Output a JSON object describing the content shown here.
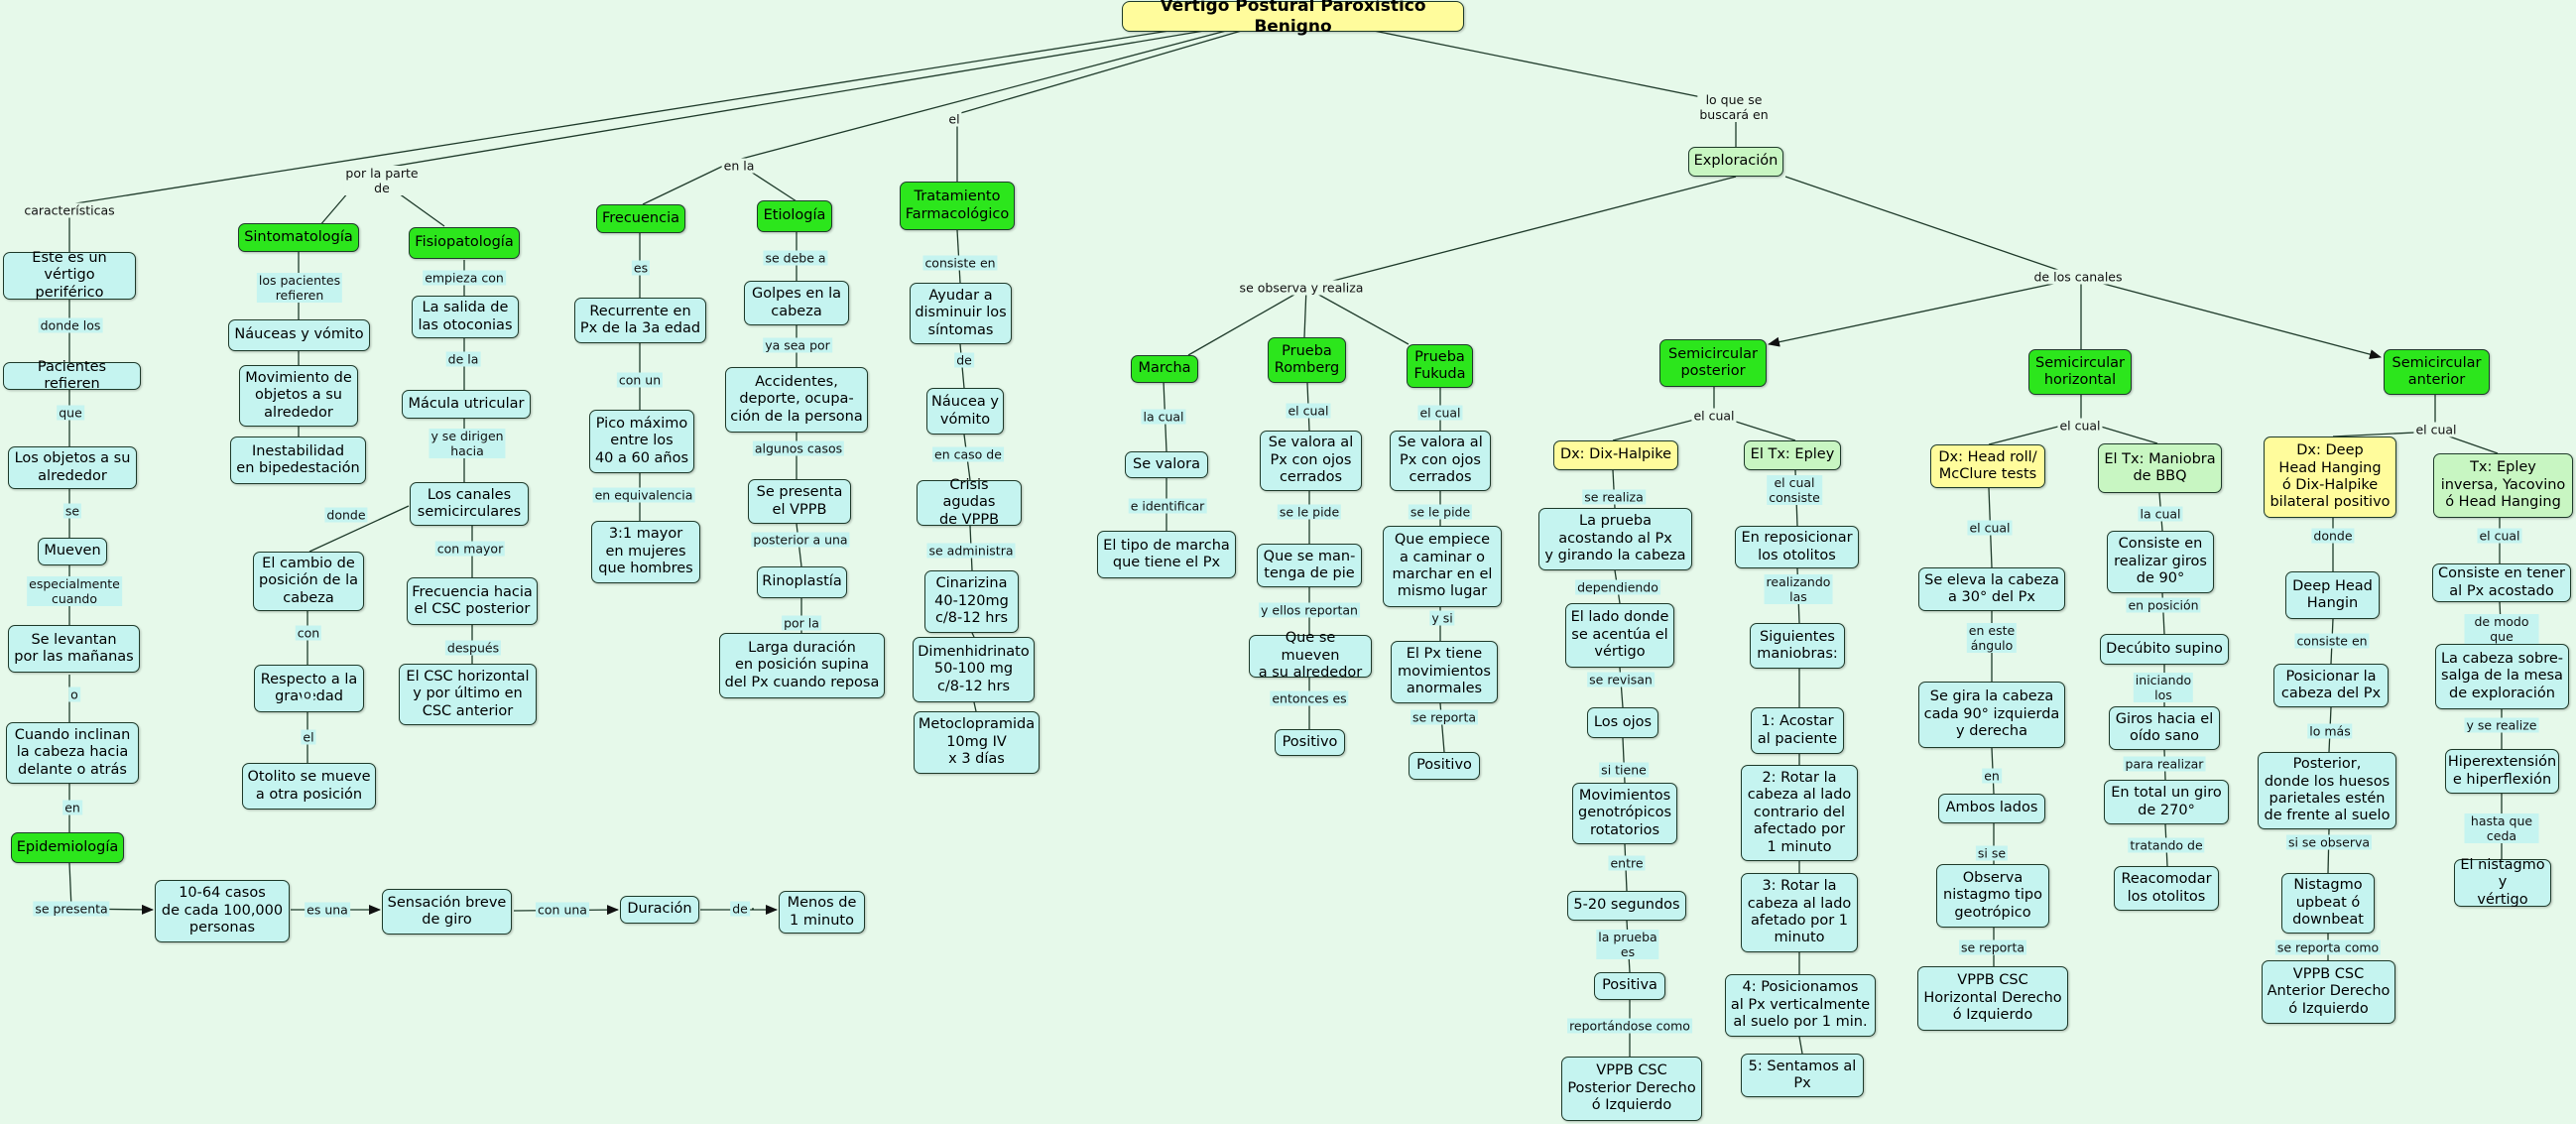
{
  "title": "Vértigo Postural Paroxístico Benigno",
  "colors": {
    "background": "#e6f9ea",
    "concept": "#c5f4f0",
    "category": "#2ce61c",
    "light": "#c8f6c2",
    "highlight": "#fffc9c",
    "line": "#1f3b2b"
  },
  "nodes": {
    "n1": "Este es un\nvértigo periférico",
    "n2": "Pacientes refieren",
    "n3": "Los objetos a su\nalrededor",
    "n4": "Mueven",
    "n5": "Se levantan\npor las mañanas",
    "n6": "Cuando inclinan\nla cabeza hacia\ndelante o atrás",
    "n7": "Epidemiología",
    "n8": "10-64 casos\nde cada 100,000\npersonas",
    "n9": "Sensación breve\nde giro",
    "n10": "Duración",
    "n11": "Menos de\n1 minuto",
    "n12": "Sintomatología",
    "n13": "Náuceas y vómito",
    "n14": "Movimiento de\nobjetos a su\nalrededor",
    "n15": "Inestabilidad\nen bipedestación",
    "n16": "Fisiopatología",
    "n17": "La salida de\nlas otoconias",
    "n18": "Mácula utricular",
    "n19": "Los canales\nsemicirculares",
    "n20": "El cambio de\nposición de la\ncabeza",
    "n21": "Respecto a la\ngravedad",
    "n22": "Otolito se mueve\na otra posición",
    "n23": "Frecuencia hacia\nel CSC posterior",
    "n24": "El CSC horizontal\ny por último en\nCSC anterior",
    "n25": "Frecuencia",
    "n26": "Recurrente en\nPx de la 3a edad",
    "n27": "Pico máximo\nentre los\n40 a 60 años",
    "n28": "3:1 mayor\nen mujeres\nque hombres",
    "n29": "Etiología",
    "n30": "Golpes en la\ncabeza",
    "n31": "Accidentes,\ndeporte, ocupa-\nción de la persona",
    "n32": "Se presenta\nel VPPB",
    "n33": "Rinoplastía",
    "n34": "Larga duración\nen posición supina\ndel Px cuando reposa",
    "n35": "Tratamiento\nFarmacológico",
    "n36": "Ayudar a\ndisminuir los\nsíntomas",
    "n37": "Náucea y\nvómito",
    "n38": "Crisis agudas\nde VPPB",
    "n39": "Cinarizina\n40-120mg\nc/8-12 hrs",
    "n40": "Dimenhidrinato\n50-100 mg\nc/8-12 hrs",
    "n41": "Metoclopramida\n10mg IV\nx 3 días",
    "n42": "Exploración",
    "n43": "Marcha",
    "n44": "Se valora",
    "n45": "El tipo de marcha\nque tiene el Px",
    "n46": "Prueba\nRomberg",
    "n47": "Se valora al\nPx con ojos\ncerrados",
    "n48": "Que se man-\ntenga de pie",
    "n49": "Que se mueven\na su alrededor",
    "n50": "Positivo",
    "n51": "Prueba\nFukuda",
    "n52": "Se valora al\nPx con ojos\ncerrados",
    "n53": "Que empiece\na caminar o\nmarchar en el\nmismo lugar",
    "n54": "El Px tiene\nmovimientos\nanormales",
    "n55": "Positivo",
    "n56": "Semicircular\nposterior",
    "n57": "Dx: Dix-Halpike",
    "n58": "La prueba\nacostando al Px\ny girando la cabeza",
    "n59": "El lado donde\nse acentúa el\nvértigo",
    "n60": "Los ojos",
    "n61": "Movimientos\ngenotrópicos\nrotatorios",
    "n62": "5-20 segundos",
    "n63": "Positiva",
    "n64": "VPPB CSC\nPosterior Derecho\nó Izquierdo",
    "n65": "El Tx: Epley",
    "n66": "En reposicionar\nlos otolitos",
    "n67": "Siguientes\nmaniobras:",
    "n68": "1: Acostar\nal paciente",
    "n69": "2: Rotar la\ncabeza al lado\ncontrario del\nafectado por\n1 minuto",
    "n70": "3: Rotar la\ncabeza al lado\nafetado por 1\nminuto",
    "n71": "4: Posicionamos\nal Px verticalmente\nal suelo por 1 min.",
    "n72": "5: Sentamos al\nPx",
    "n73": "Semicircular\nhorizontal",
    "n74": "Dx: Head roll/\nMcClure tests",
    "n75": "Se eleva la cabeza\na 30° del Px",
    "n76": "Se gira la cabeza\ncada 90° izquierda\ny derecha",
    "n77": "Ambos lados",
    "n78": "Observa\nnistagmo tipo\ngeotrópico",
    "n79": "VPPB CSC\nHorizontal Derecho\nó Izquierdo",
    "n80": "El Tx: Maniobra\nde BBQ",
    "n81": "Consiste en\nrealizar giros\nde 90°",
    "n82": "Decúbito supino",
    "n83": "Giros hacia el\noído sano",
    "n84": "En total un giro\nde 270°",
    "n85": "Reacomodar\nlos otolitos",
    "n86": "Semicircular\nanterior",
    "n87": "Dx: Deep\nHead Hanging\nó Dix-Halpike\nbilateral positivo",
    "n88": "Deep Head\nHangin",
    "n89": "Posicionar la\ncabeza del Px",
    "n90": "Posterior,\ndonde los huesos\nparietales estén\nde frente al suelo",
    "n91": "Nistagmo\nupbeat ó\ndownbeat",
    "n92": "VPPB CSC\nAnterior Derecho\nó Izquierdo",
    "n93": "Tx: Epley\ninversa, Yacovino\nó Head Hanging",
    "n94": "Consiste en tener\nal Px acostado",
    "n95": "La cabeza sobre-\nsalga de la mesa\nde exploración",
    "n96": "Hiperextensión\ne hiperflexión",
    "n97": "El nistagmo y\nvértigo"
  },
  "labels": {
    "l1": "características",
    "l2": "por la parte\nde",
    "l3": "en la",
    "l4": "el",
    "l5": "lo que se\nbuscará en",
    "l6": "donde los",
    "l7": "que",
    "l8": "se",
    "l9": "especialmente\ncuando",
    "l10": "o",
    "l11": "en",
    "l12": "se presenta",
    "l13": "es una",
    "l14": "con una",
    "l15": "de",
    "l16": "los pacientes\nrefieren",
    "l17": "empieza con",
    "l18": "de la",
    "l19": "y se dirigen\nhacia",
    "l20": "donde",
    "l21": "con",
    "l22": "o",
    "l23": "el",
    "l24": "con mayor",
    "l25": "después",
    "l26": "es",
    "l27": "con un",
    "l28": "en equivalencia",
    "l29": "se debe a",
    "l30": "ya sea por",
    "l31": "algunos casos",
    "l32": "posterior a una",
    "l33": "por la",
    "l34": "consiste en",
    "l35": "de",
    "l36": "en caso de",
    "l37": "se administra",
    "l38": "se observa y realiza",
    "l39": "de los canales",
    "l40": "la cual",
    "l41": "e identificar",
    "l42": "el cual",
    "l43": "se le pide",
    "l44": "y ellos reportan",
    "l45": "entonces es",
    "l46": "el cual",
    "l47": "se le pide",
    "l48": "y si",
    "l49": "se reporta",
    "l50": "el cual",
    "l51": "se realiza",
    "l52": "dependiendo",
    "l53": "se revisan",
    "l54": "si tiene",
    "l55": "entre",
    "l56": "la prueba\nes",
    "l57": "reportándose como",
    "l58": "el cual\nconsiste",
    "l59": "realizando\nlas",
    "l60": "el cual",
    "l61": "el cual",
    "l62": "en este\nángulo",
    "l63": "en",
    "l64": "si se",
    "l65": "se reporta",
    "l66": "la cual",
    "l67": "en posición",
    "l68": "iniciando\nlos",
    "l69": "para realizar",
    "l70": "tratando de",
    "l71": "el cual",
    "l72": "donde",
    "l73": "consiste en",
    "l74": "lo más",
    "l75": "si se observa",
    "l76": "se reporta como",
    "l77": "el cual",
    "l78": "de modo que",
    "l79": "y se realize",
    "l80": "hasta que ceda"
  }
}
